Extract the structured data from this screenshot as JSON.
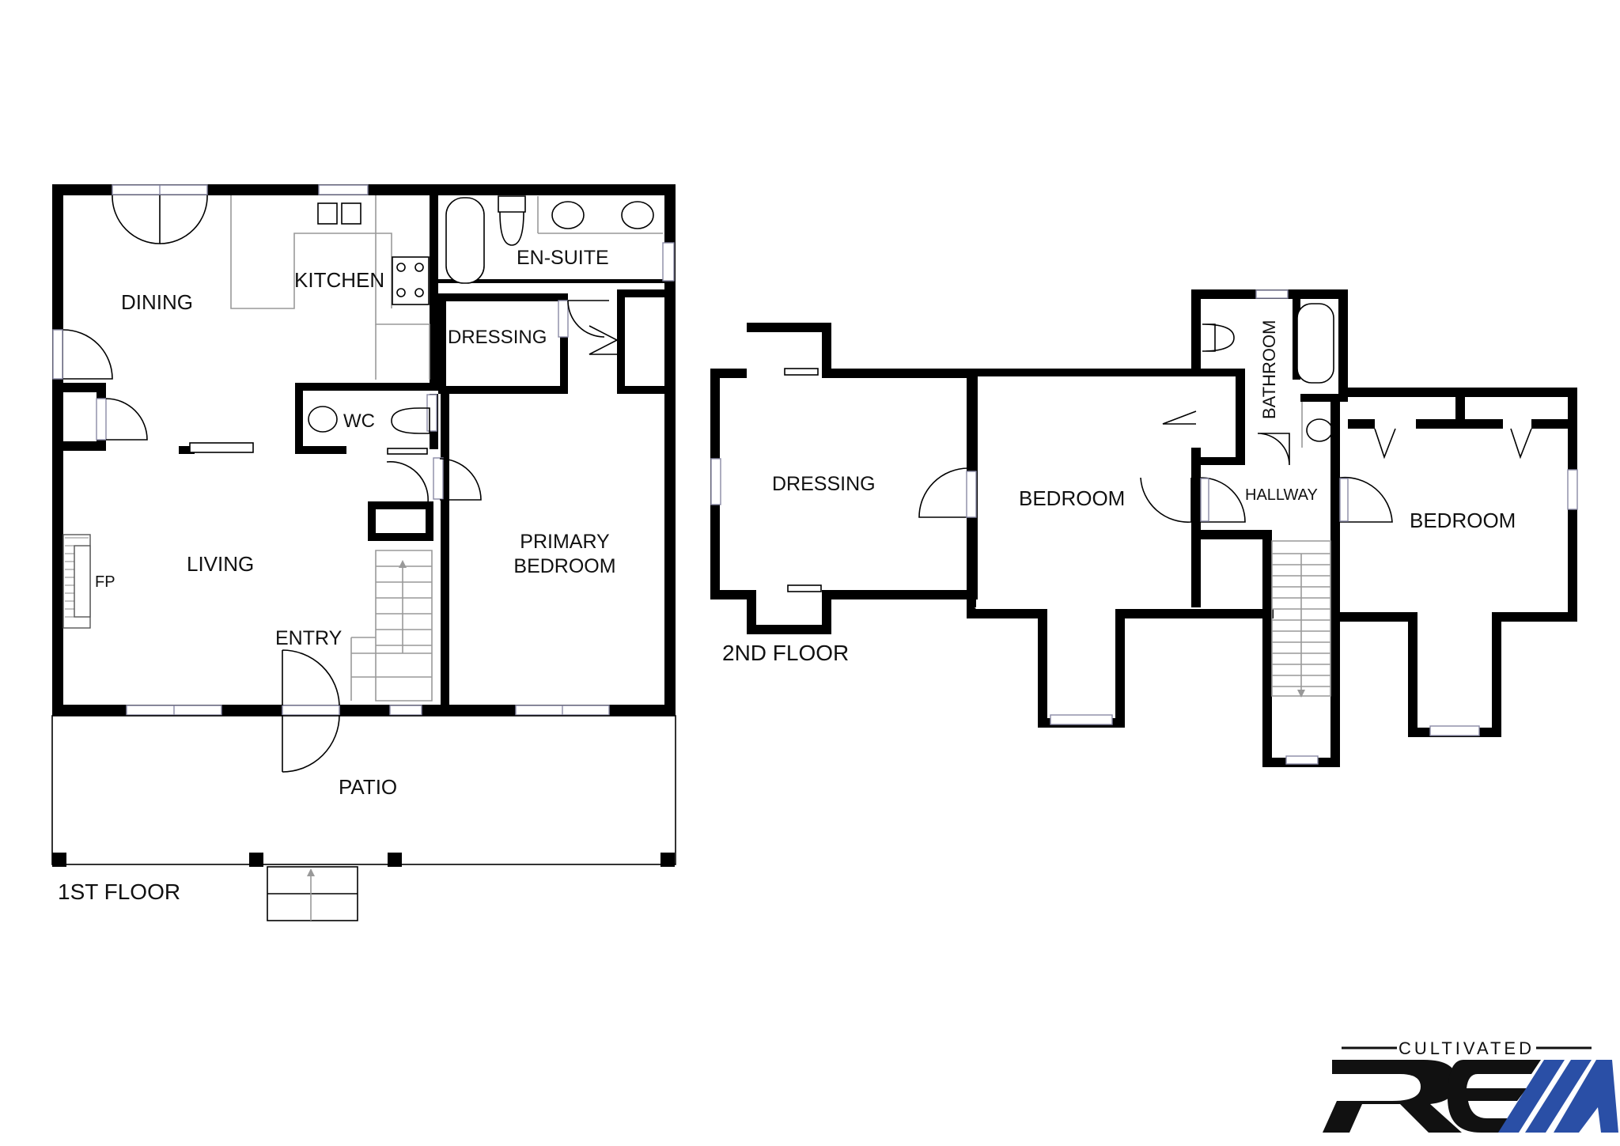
{
  "floors": [
    {
      "label": "1ST FLOOR"
    },
    {
      "label": "2ND FLOOR"
    }
  ],
  "rooms": {
    "dining": "DINING",
    "kitchen": "KITCHEN",
    "en_suite": "EN-SUITE",
    "dressing_1": "DRESSING",
    "wc": "WC",
    "living": "LIVING",
    "fireplace": "FP",
    "entry": "ENTRY",
    "primary_bedroom_line1": "PRIMARY",
    "primary_bedroom_line2": "BEDROOM",
    "patio": "PATIO",
    "dressing_2": "DRESSING",
    "bedroom_1": "BEDROOM",
    "bathroom": "BATHROOM",
    "hallway": "HALLWAY",
    "bedroom_2": "BEDROOM"
  },
  "logo": {
    "tagline": "CULTIVATED",
    "mark": "RE",
    "brand_color": "#2a4fa6"
  }
}
